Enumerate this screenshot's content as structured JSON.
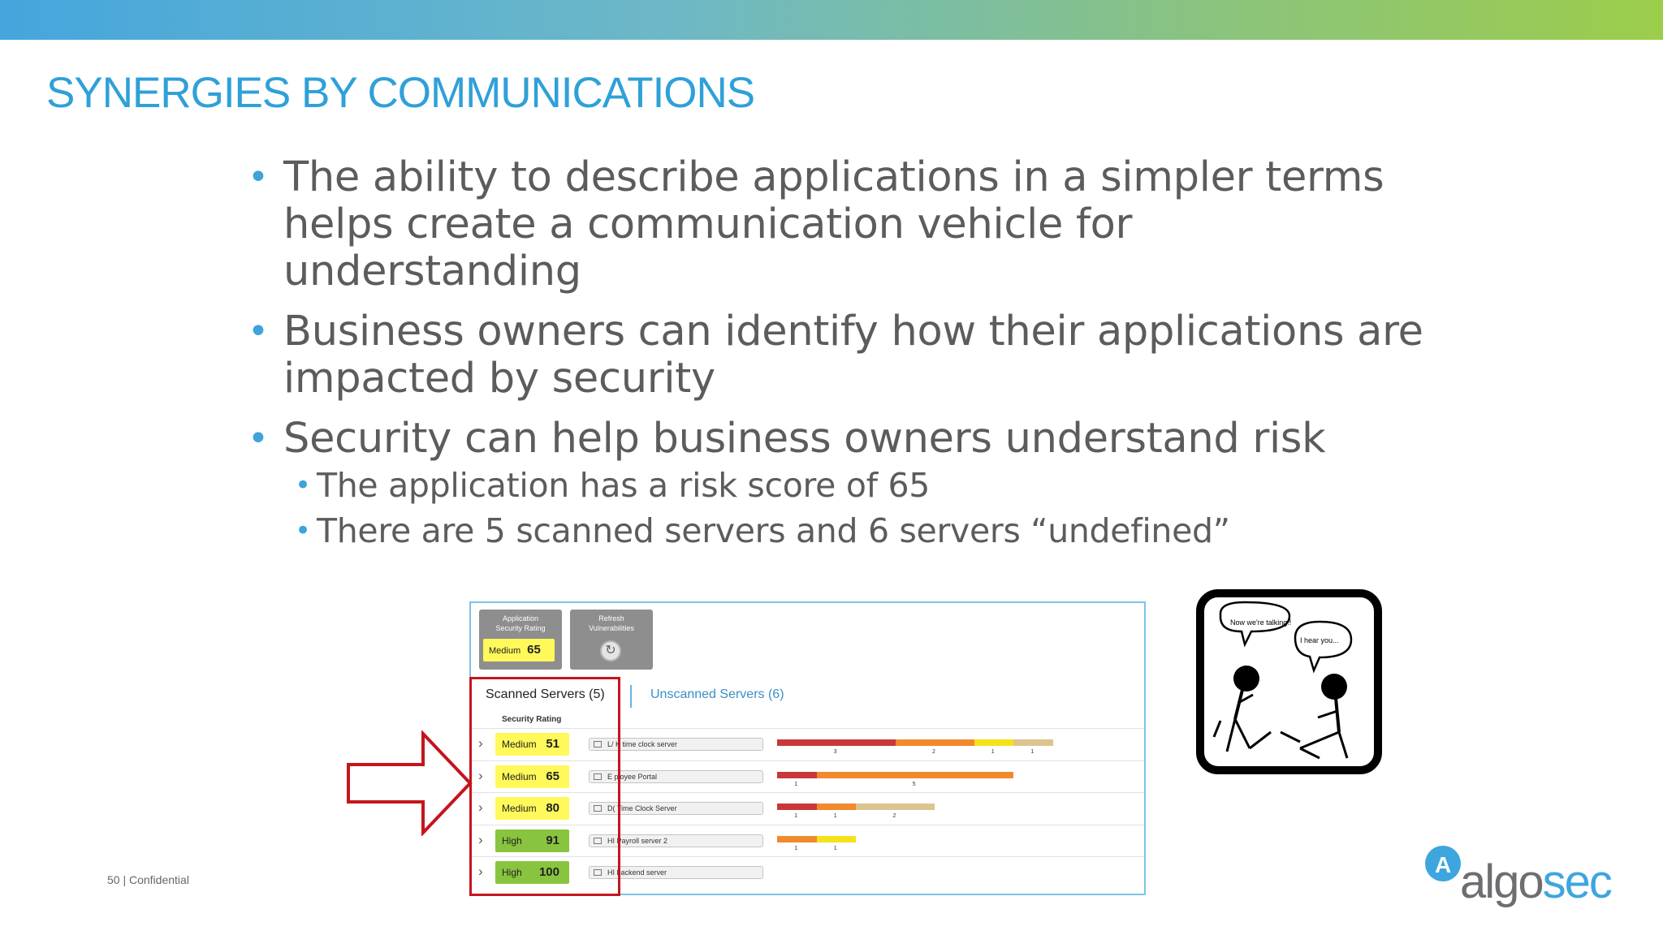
{
  "slide": {
    "title": "SYNERGIES BY COMMUNICATIONS",
    "bullets": [
      {
        "line1": "The ability to describe applications in a simpler terms",
        "line2": "helps create a communication vehicle for understanding"
      },
      {
        "line1": "Business owners can identify how their applications are",
        "line2": "impacted by security"
      },
      {
        "line1": "Security can help business owners understand risk",
        "line2": ""
      }
    ],
    "sub_bullets": [
      "The application has a risk score of 65",
      "There are 5 scanned servers and 6 servers “undefined”"
    ],
    "bullet_glyph": "•",
    "footer": "50 | Confidential",
    "logo_text_a": "algo",
    "logo_text_b": "sec",
    "logo_mark": "A"
  },
  "app": {
    "security_tile": {
      "label_1": "Application",
      "label_2": "Security Rating",
      "level": "Medium",
      "score": "65"
    },
    "refresh_tile": {
      "label_1": "Refresh",
      "label_2": "Vulnerabilities",
      "icon": "refresh-icon"
    },
    "tabs": {
      "scanned": "Scanned Servers (5)",
      "unscanned": "Unscanned Servers (6)"
    },
    "column_header": "Security Rating",
    "chevron": "›",
    "servers": [
      {
        "level": "Medium",
        "score": "51",
        "name": "L/ K time clock server",
        "bars": [
          {
            "color": "#c8383a",
            "label": "3"
          },
          {
            "color": "#f08a2c",
            "label": "2"
          },
          {
            "color": "#f6e219",
            "label": "1"
          },
          {
            "color": "#dcc48e",
            "label": "1"
          }
        ]
      },
      {
        "level": "Medium",
        "score": "65",
        "name": "E ployee Portal",
        "bars": [
          {
            "color": "#c8383a",
            "label": "1"
          },
          {
            "color": "#f08a2c",
            "label": "5"
          }
        ]
      },
      {
        "level": "Medium",
        "score": "80",
        "name": "D( Time Clock Server",
        "bars": [
          {
            "color": "#c8383a",
            "label": "1"
          },
          {
            "color": "#f08a2c",
            "label": "1"
          },
          {
            "color": "#dcc48e",
            "label": "2"
          }
        ]
      },
      {
        "level": "High",
        "score": "91",
        "name": "HI Payroll server 2",
        "bars": [
          {
            "color": "#f08a2c",
            "label": "1"
          },
          {
            "color": "#f6e219",
            "label": "1"
          }
        ]
      },
      {
        "level": "High",
        "score": "100",
        "name": "HI backend server",
        "bars": []
      }
    ]
  },
  "comic": {
    "bubble_left": "Now we're talking!!",
    "bubble_right": "I hear you..."
  },
  "colors": {
    "title": "#2fa0d8",
    "bullet_dot": "#3ea3db",
    "medium": "#fff95a",
    "high": "#89c43f",
    "annotation_red": "#c4151c"
  }
}
